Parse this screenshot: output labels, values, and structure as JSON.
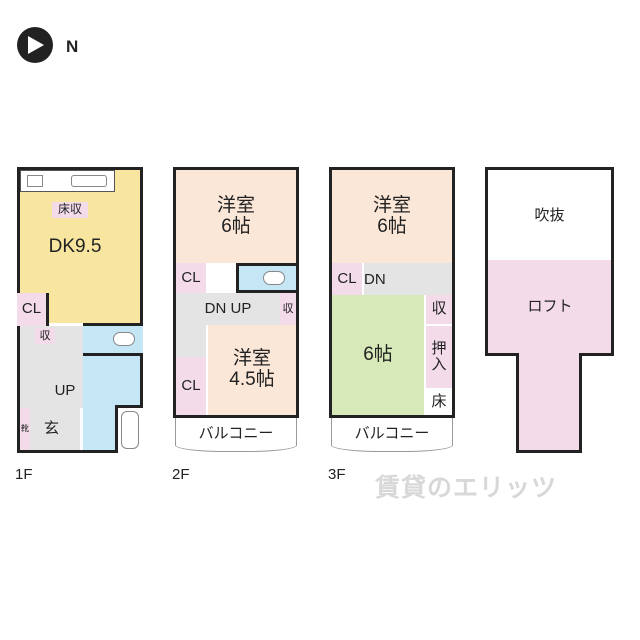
{
  "compass": {
    "icon": "north-arrow-icon",
    "label": "N"
  },
  "floors": {
    "f1": {
      "label": "1F",
      "kitchen_storage": "床収",
      "dk": "DK9.5",
      "closet": "CL",
      "storage": "収",
      "stairs": "UP",
      "entrance": "玄",
      "shoe": "靴"
    },
    "f2": {
      "label": "2F",
      "room1": "洋室\n6帖",
      "closet1": "CL",
      "hall": "DN UP",
      "storage": "収",
      "closet2": "CL",
      "room2": "洋室\n4.5帖",
      "balcony": "バルコニー"
    },
    "f3": {
      "label": "3F",
      "room1": "洋室\n6帖",
      "closet": "CL",
      "stairs": "DN",
      "tatami": "6帖",
      "storage": "収",
      "oshiire": "押\n入",
      "tokonoma": "床",
      "balcony": "バルコニー"
    },
    "loft": {
      "void": "吹抜",
      "loft": "ロフト"
    }
  },
  "watermark": "賃貸のエリッツ",
  "colors": {
    "dk": "#f8e6a0",
    "western_room": "#fbe7d8",
    "closet": "#f3dbe9",
    "water": "#c4e6f5",
    "hall": "#e4e4e4",
    "tatami": "#d8e9b9"
  }
}
